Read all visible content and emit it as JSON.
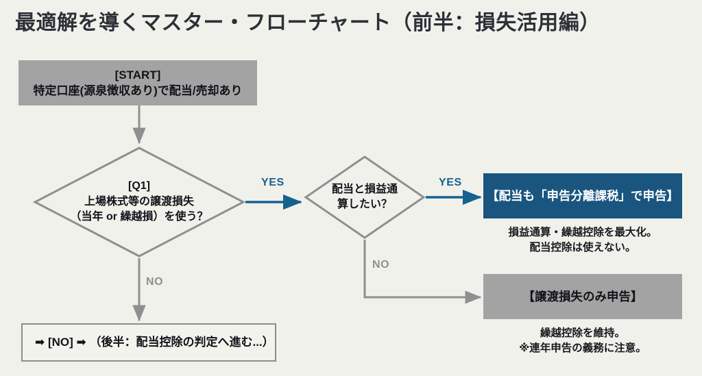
{
  "title": "最適解を導くマスター・フローチャート（前半：損失活用編）",
  "colors": {
    "background": "#f1f1ec",
    "title_text": "#2b3137",
    "gray_node": "#a3a3a3",
    "blue_node": "#1a5580",
    "yes_edge": "#16628f",
    "no_edge": "#8f8f8f",
    "outline_border": "#8c8c8c"
  },
  "nodes": {
    "start": {
      "type": "process",
      "line1": "[START]",
      "line2": "特定口座(源泉徴収あり)で配当/売却あり"
    },
    "q1": {
      "type": "decision",
      "line1": "[Q1]",
      "line2": "上場株式等の譲渡損失",
      "line3": "（当年 or 繰越損）を使う？"
    },
    "q2": {
      "type": "decision",
      "line1": "配当と損益通",
      "line2": "算したい？"
    },
    "result_blue": {
      "type": "terminator",
      "label": "【配当も「申告分離課税」で申告】",
      "caption_line1": "損益通算・繰越控除を最大化。",
      "caption_line2": "配当控除は使えない。"
    },
    "result_gray": {
      "type": "terminator",
      "label": "【譲渡損失のみ申告】",
      "caption_line1": "繰越控除を維持。",
      "caption_line2": "※連年申告の義務に注意。"
    },
    "next_step": {
      "type": "note",
      "label": "➡ [NO] ➡ （後半：配当控除の判定へ進む...）"
    }
  },
  "edges": {
    "q1_yes": "YES",
    "q1_no": "NO",
    "q2_yes": "YES",
    "q2_no": "NO"
  }
}
